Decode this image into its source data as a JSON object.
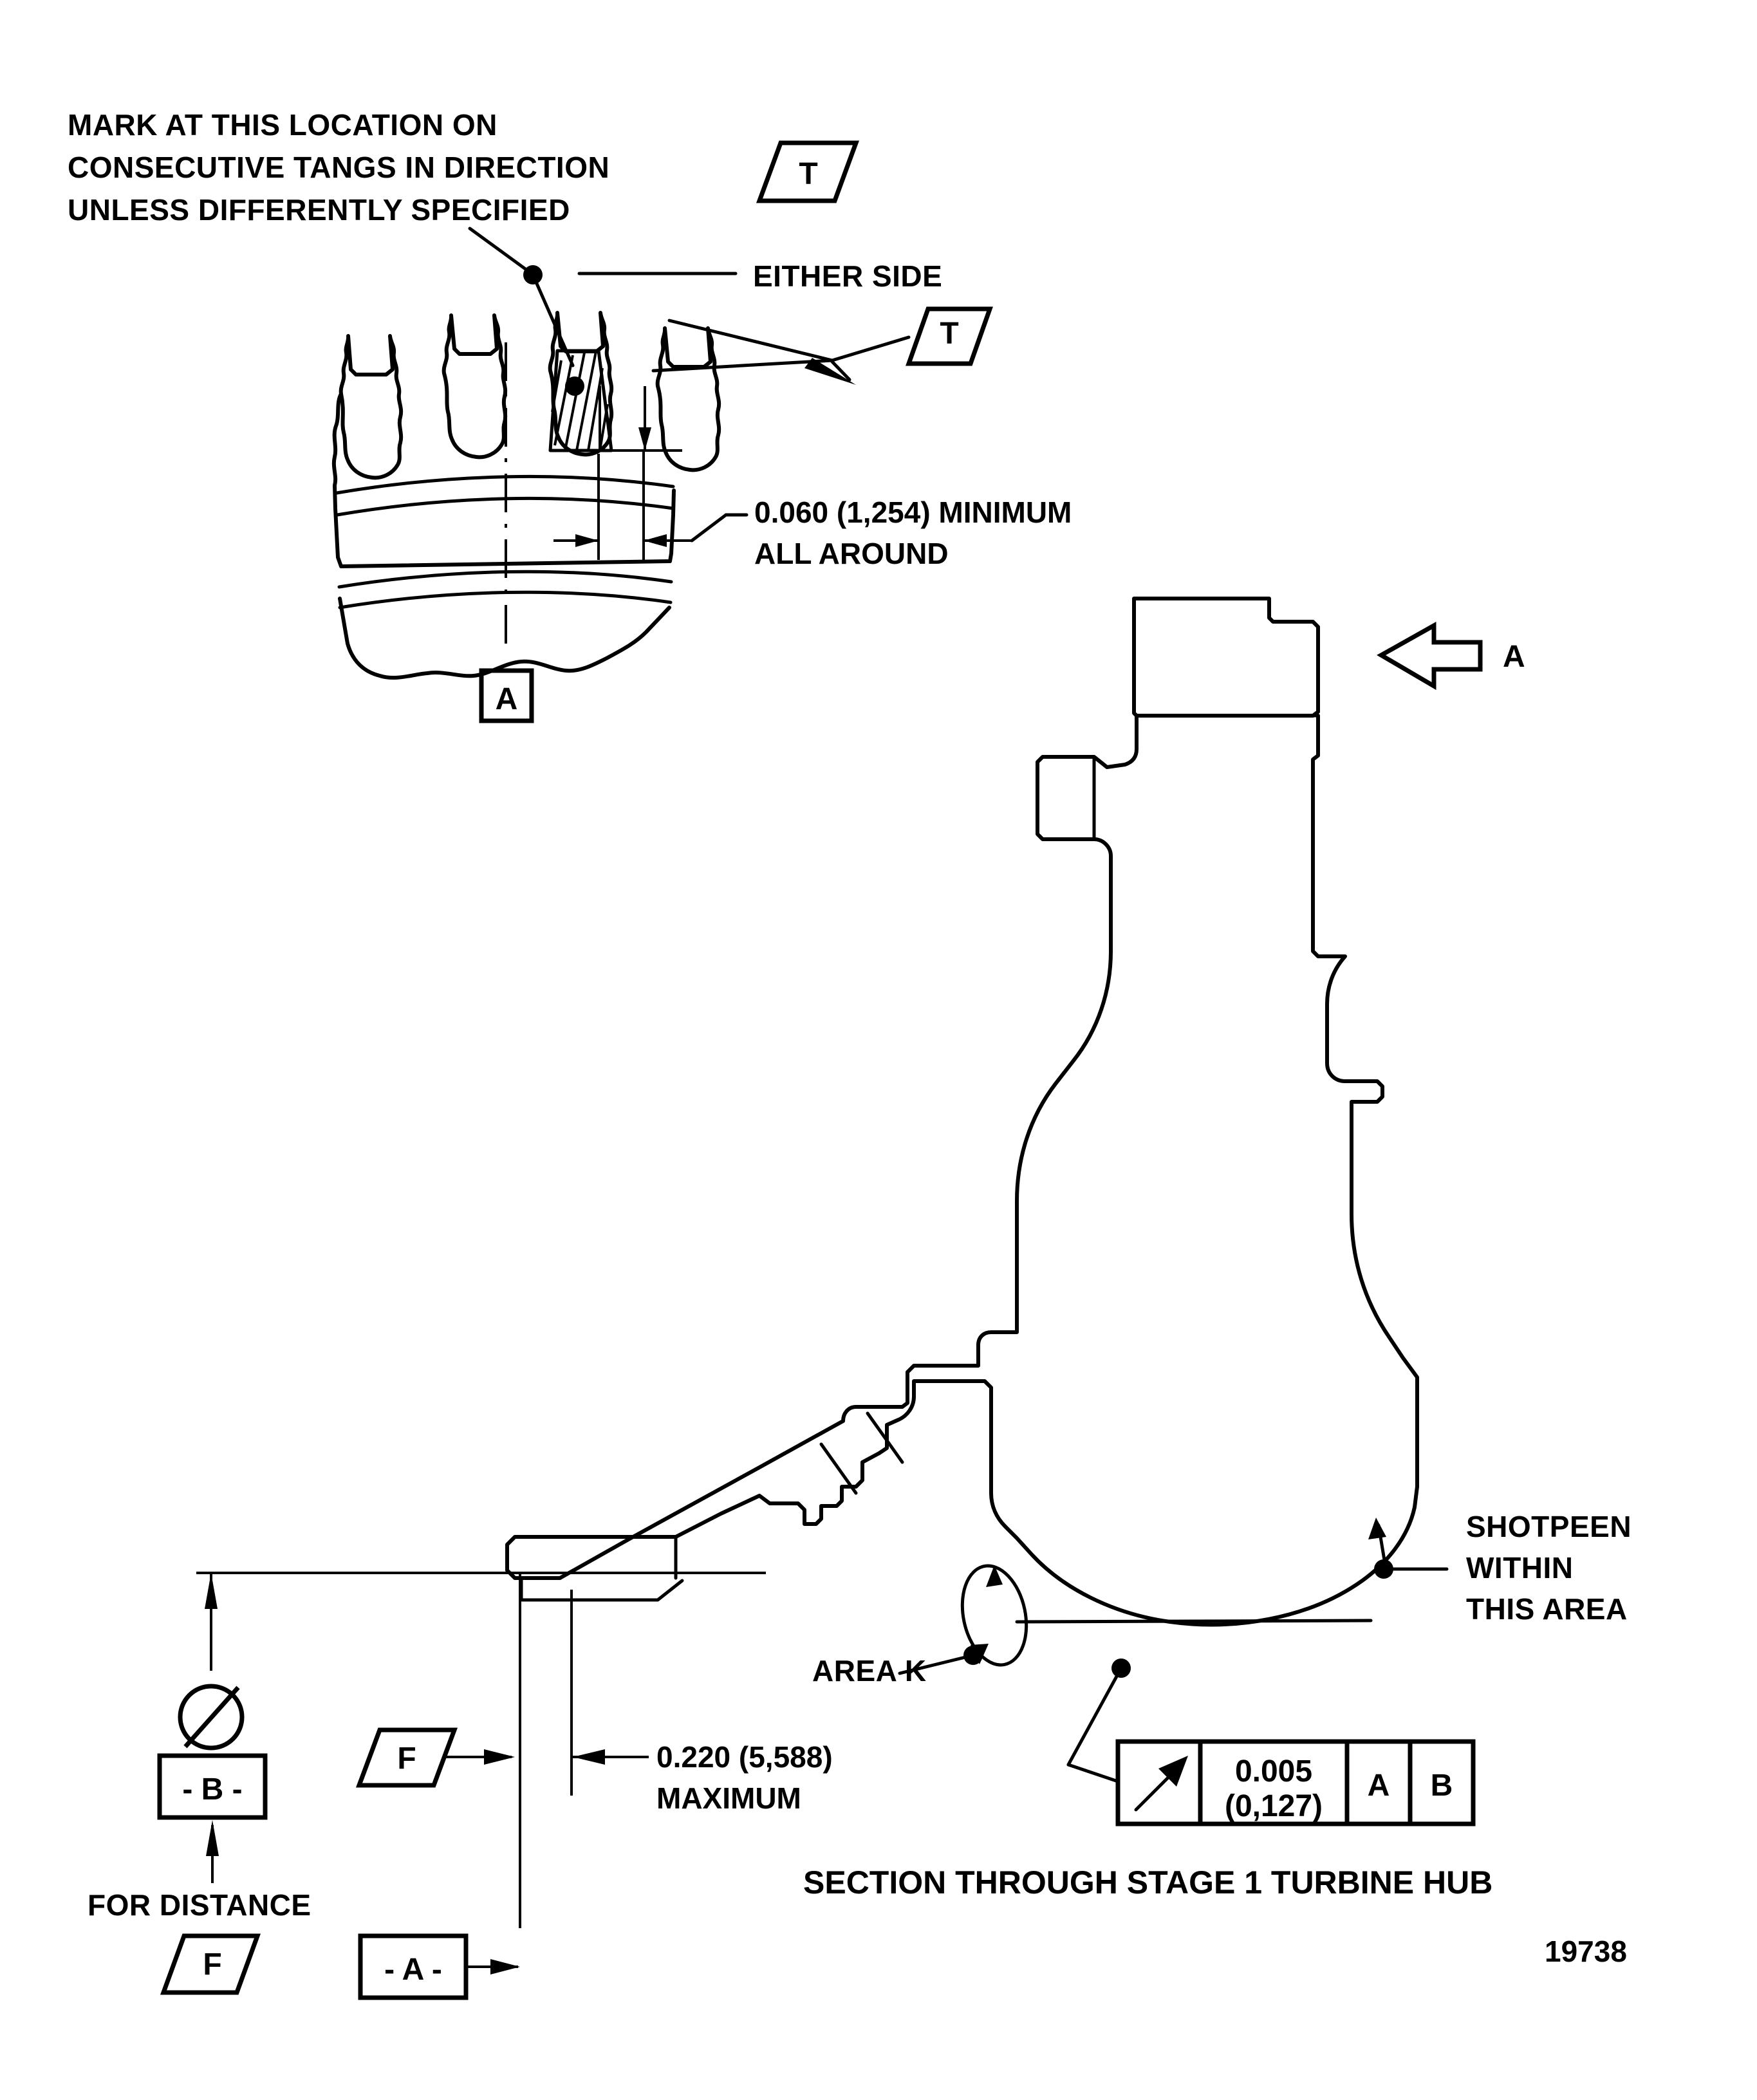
{
  "figure": {
    "caption": "SECTION THROUGH STAGE 1 TURBINE HUB",
    "figure_number": "19738"
  },
  "notes": {
    "mark_note_line1": "MARK AT THIS LOCATION ON",
    "mark_note_line2": "CONSECUTIVE TANGS IN DIRECTION",
    "mark_note_line3": "UNLESS DIFFERENTLY SPECIFIED",
    "either_side": "EITHER SIDE",
    "shotpeen_line1": "SHOTPEEN",
    "shotpeen_line2": "WITHIN",
    "shotpeen_line3": "THIS AREA",
    "area_k": "AREA K",
    "for_distance": "FOR DISTANCE"
  },
  "dimensions": {
    "tang_min_line1": "0.060 (1,254) MINIMUM",
    "tang_min_line2": "ALL AROUND",
    "max_line1": "0.220 (5,588)",
    "max_line2": "MAXIMUM"
  },
  "symbols": {
    "direction_flag_top": "T",
    "direction_flag_lower": "T",
    "datum_a_square": "A",
    "view_arrow_label": "A",
    "datum_b_box": "- B -",
    "datum_a_box": "- A -",
    "flag_f_mid": "F",
    "flag_f_bottom": "F",
    "diameter_symbol": "diameter-icon",
    "runout_symbol": "circular-runout-icon"
  },
  "feature_control_frame": {
    "tolerance_line1": "0.005",
    "tolerance_line2": "(0,127)",
    "datum_primary": "A",
    "datum_secondary": "B"
  },
  "colors": {
    "ink": "#000000",
    "paper": "#ffffff"
  }
}
